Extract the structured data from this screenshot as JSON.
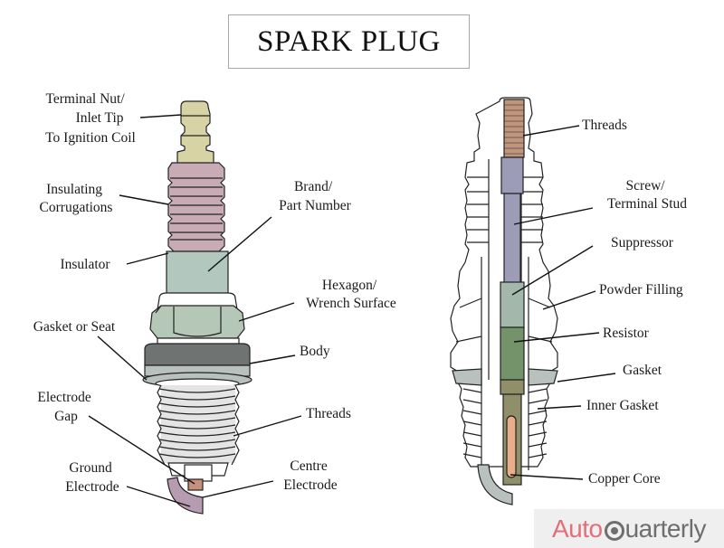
{
  "title": "SPARK PLUG",
  "left_plug": {
    "labels": [
      {
        "id": "terminal-nut",
        "lines": [
          "Terminal Nut/",
          "Inlet Tip",
          "To Ignition Coil"
        ]
      },
      {
        "id": "insulating-corrugations",
        "lines": [
          "Insulating",
          "Corrugations"
        ]
      },
      {
        "id": "insulator",
        "lines": [
          "Insulator"
        ]
      },
      {
        "id": "brand-part-number",
        "lines": [
          "Brand/",
          "Part Number"
        ]
      },
      {
        "id": "hexagon",
        "lines": [
          "Hexagon/",
          "Wrench Surface"
        ]
      },
      {
        "id": "gasket-or-seat",
        "lines": [
          "Gasket or Seat"
        ]
      },
      {
        "id": "body",
        "lines": [
          "Body"
        ]
      },
      {
        "id": "electrode-gap",
        "lines": [
          "Electrode",
          "Gap"
        ]
      },
      {
        "id": "threads",
        "lines": [
          "Threads"
        ]
      },
      {
        "id": "ground-electrode",
        "lines": [
          "Ground",
          "Electrode"
        ]
      },
      {
        "id": "centre-electrode",
        "lines": [
          "Centre",
          "Electrode"
        ]
      }
    ]
  },
  "right_plug": {
    "labels": [
      {
        "id": "threads",
        "lines": [
          "Threads"
        ]
      },
      {
        "id": "screw-terminal-stud",
        "lines": [
          "Screw/",
          "Terminal Stud"
        ]
      },
      {
        "id": "suppressor",
        "lines": [
          "Suppressor"
        ]
      },
      {
        "id": "powder-filling",
        "lines": [
          "Powder Filling"
        ]
      },
      {
        "id": "resistor",
        "lines": [
          "Resistor"
        ]
      },
      {
        "id": "gasket",
        "lines": [
          "Gasket"
        ]
      },
      {
        "id": "inner-gasket",
        "lines": [
          "Inner Gasket"
        ]
      },
      {
        "id": "copper-core",
        "lines": [
          "Copper Core"
        ]
      }
    ]
  },
  "logo": {
    "part1": "Auto",
    "part2": "uarterly"
  },
  "colors": {
    "terminal": "#d8d3a4",
    "insulator_top": "#c9abb5",
    "insulator_body": "#b2c8bf",
    "hexagon": "#b5c8b8",
    "body": "#6f7372",
    "seat": "#b9c1bf",
    "threads": "#e4e4e4",
    "ground_electrode": "#b79bb0",
    "centre_tip": "#c6917c",
    "stud": "#9c9cb6",
    "suppressor": "#a3b8ab",
    "resistor": "#74936b",
    "core_rod": "#8f8f6a",
    "copper": "#e8ad8b",
    "stud_threads": "#c0957c",
    "logo_red": "#e0707a",
    "logo_gray": "#6e6e6e"
  }
}
